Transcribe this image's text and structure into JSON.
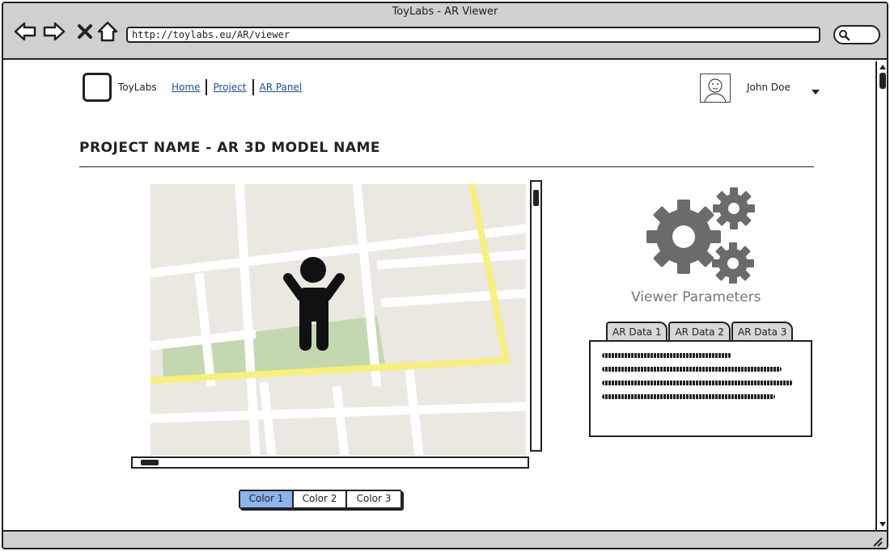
{
  "window": {
    "title": "ToyLabs - AR Viewer"
  },
  "browser": {
    "url": "http://toylabs.eu/AR/viewer",
    "nav_icons": [
      "back-arrow-icon",
      "forward-arrow-icon",
      "stop-icon",
      "home-icon"
    ],
    "search_icon": "search-icon"
  },
  "header": {
    "brand": "ToyLabs",
    "nav": [
      {
        "label": "Home"
      },
      {
        "label": "Project"
      },
      {
        "label": "AR Panel"
      }
    ],
    "user": {
      "name": "John Doe"
    }
  },
  "main": {
    "title": "PROJECT NAME - AR 3D MODEL NAME",
    "viewer_icon": "person-icon",
    "params": {
      "title": "Viewer Parameters",
      "icon": "gears-icon",
      "tabs": [
        {
          "label": "AR Data 1"
        },
        {
          "label": "AR Data 2"
        },
        {
          "label": "AR Data 3"
        }
      ]
    },
    "color_options": [
      {
        "label": "Color 1",
        "selected": true
      },
      {
        "label": "Color 2",
        "selected": false
      },
      {
        "label": "Color 3",
        "selected": false
      }
    ]
  },
  "colors": {
    "chrome": "#d0d0d0",
    "link": "#1a4fa8",
    "selected": "#8ab4f0",
    "map_bg": "#ebe8e1",
    "map_road": "#ffffff",
    "map_major_road": "#f7f07a",
    "map_park": "#c3d8b0"
  }
}
